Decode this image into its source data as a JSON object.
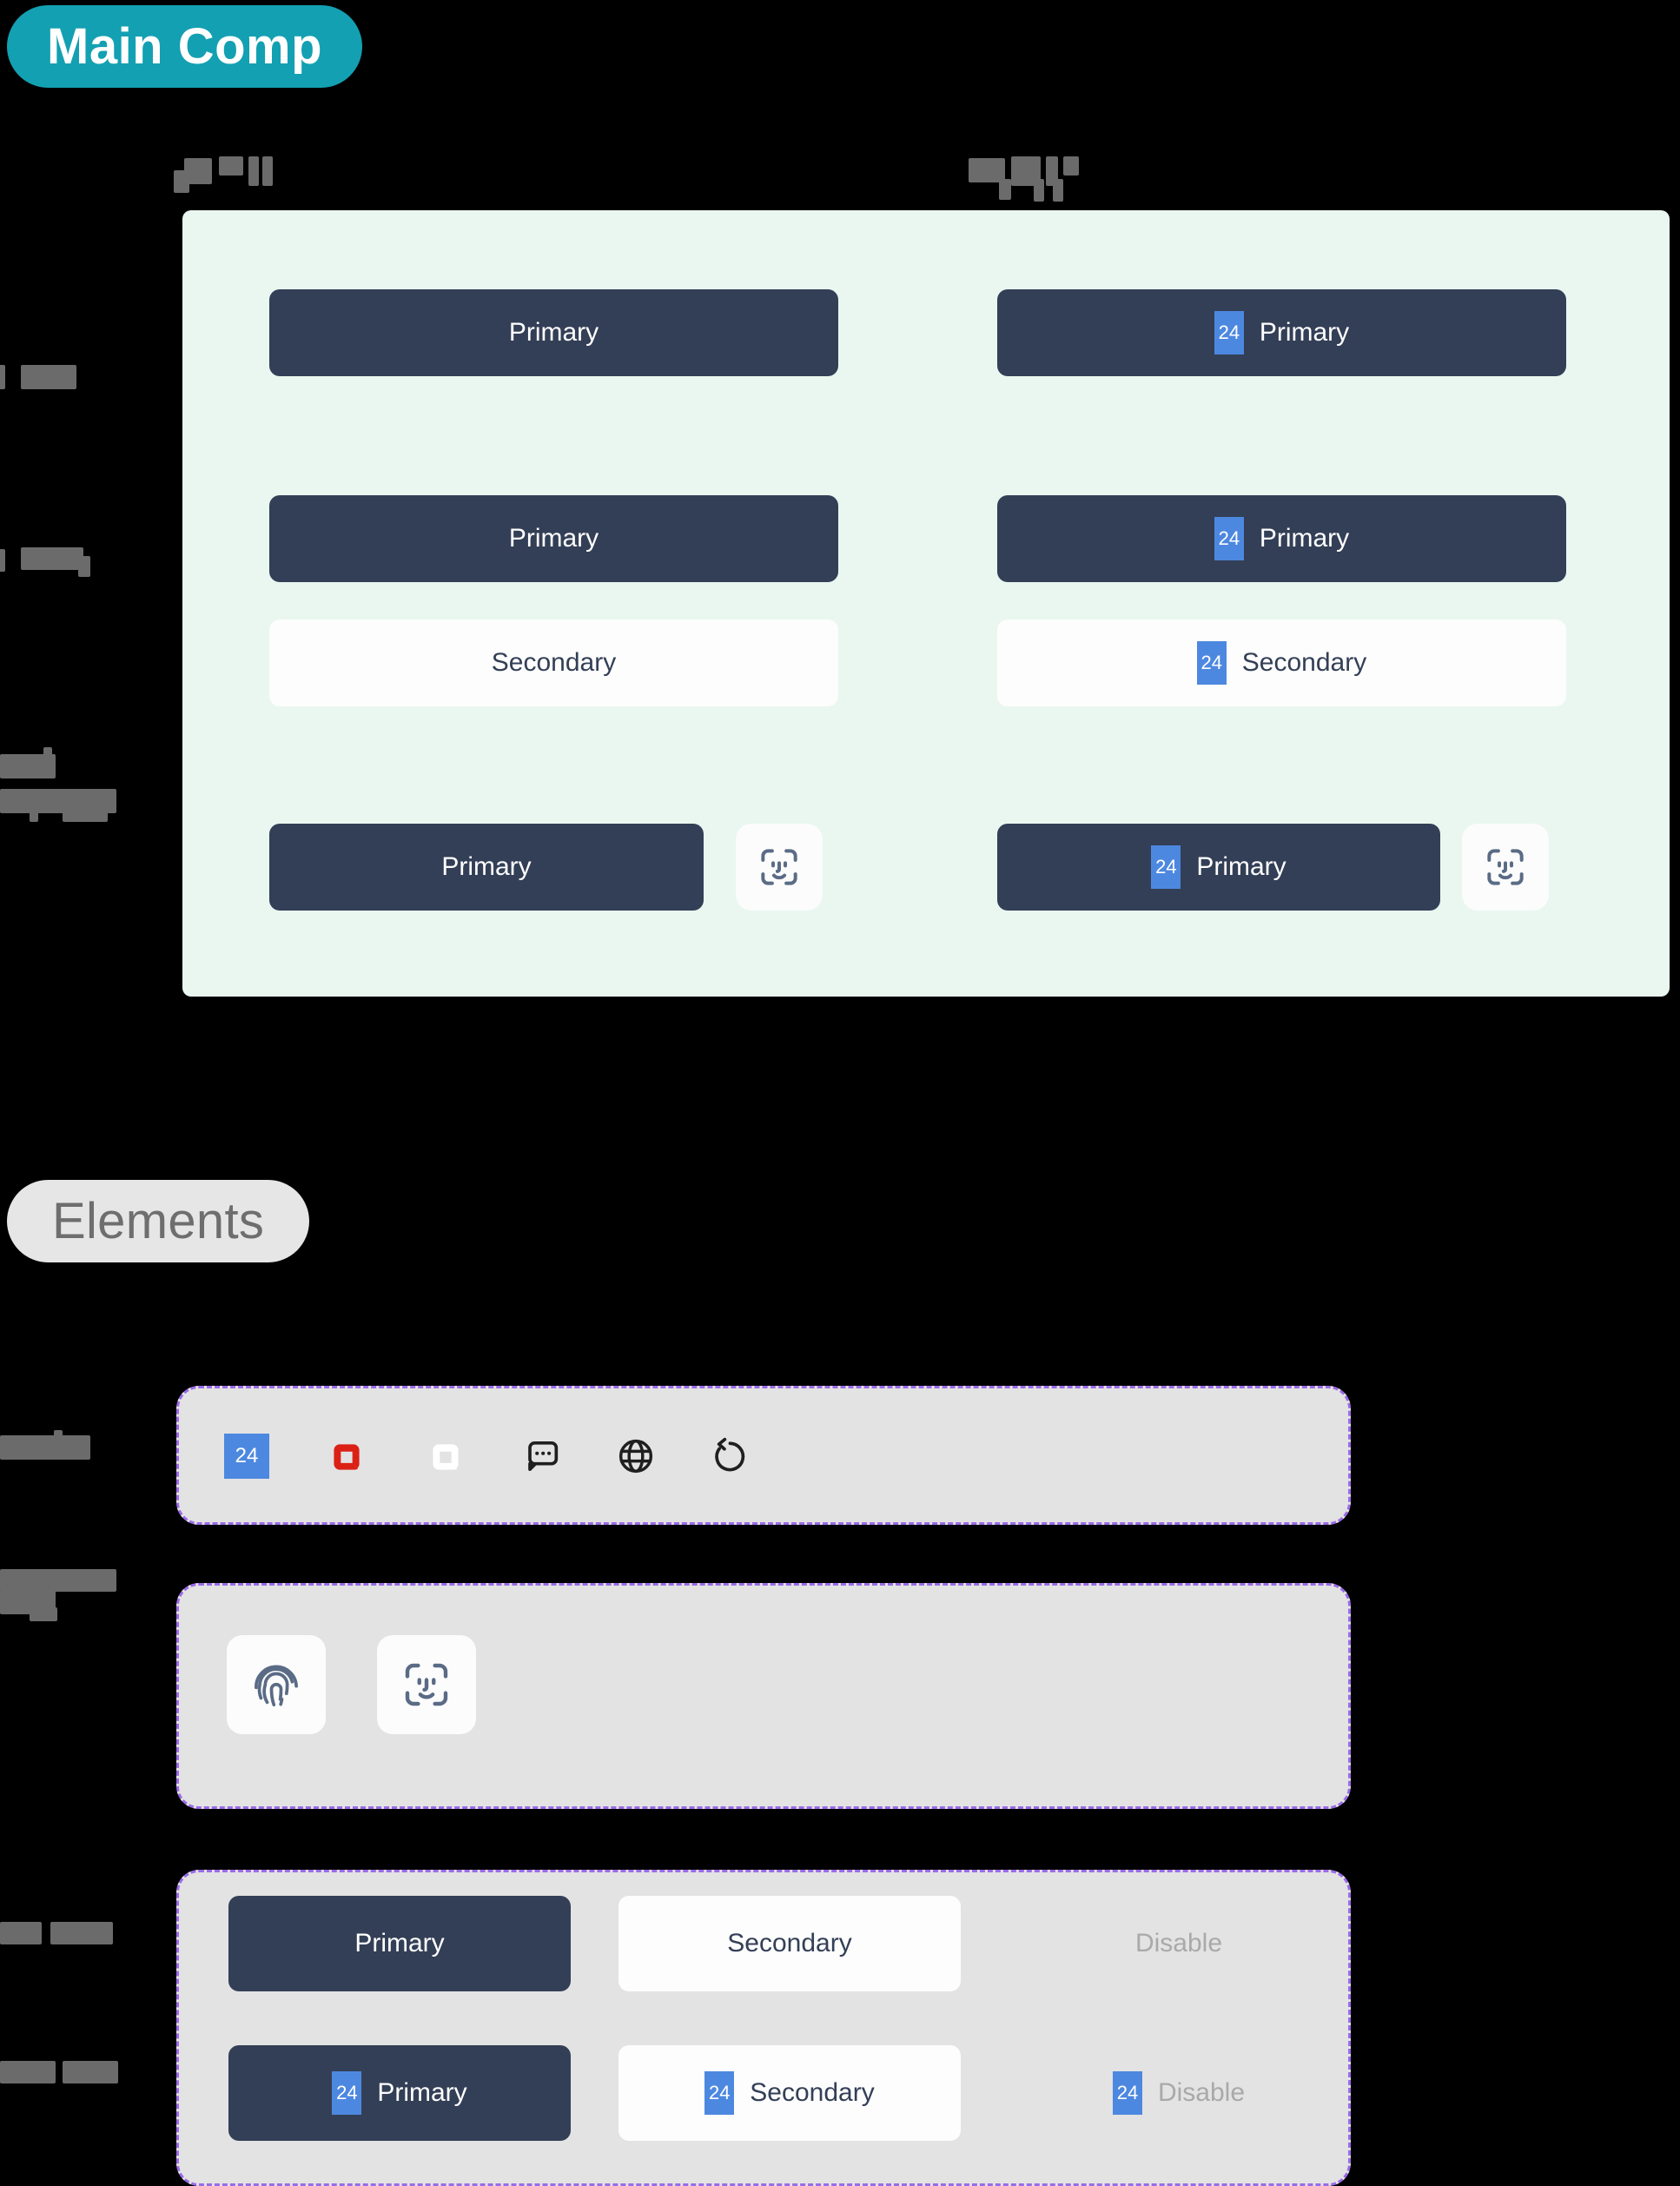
{
  "sections": {
    "main_comp": {
      "label": "Main Comp",
      "color": "#13A0B2",
      "text_color": "#FFFFFF"
    },
    "elements": {
      "label": "Elements",
      "color": "#E6E6E6",
      "text_color": "#6E6E6E"
    }
  },
  "palette": {
    "primary_bg": "#333F56",
    "secondary_bg": "#FDFDFD",
    "disable_text": "#A9A9A9",
    "panel_mint": "#E9F7F0",
    "group_gray": "#E3E3E3",
    "group_dash": "#9B6BE8",
    "icon_placeholder": "#4D88E0",
    "icon_stroke_slate": "#5A6B85",
    "logo_red": "#DB2116",
    "logo_white": "#FFFFFF"
  },
  "main_comp": {
    "column_headers": [
      {
        "label": "",
        "redacted": true
      },
      {
        "label": "",
        "redacted": true
      }
    ],
    "row_labels": [
      {
        "label": "",
        "redacted": true
      },
      {
        "label": "",
        "redacted": true
      },
      {
        "label": "",
        "redacted": true
      }
    ],
    "rows": [
      {
        "left": {
          "text": "Primary",
          "variant": "primary",
          "icon": null
        },
        "right": {
          "text": "Primary",
          "variant": "primary",
          "icon": "24"
        }
      },
      {
        "left": {
          "text": "Primary",
          "variant": "primary",
          "icon": null
        },
        "right": {
          "text": "Primary",
          "variant": "primary",
          "icon": "24"
        }
      },
      {
        "left": {
          "text": "Secondary",
          "variant": "secondary",
          "icon": null
        },
        "right": {
          "text": "Secondary",
          "variant": "secondary",
          "icon": "24"
        }
      },
      {
        "left": {
          "text": "Primary",
          "variant": "primary",
          "icon": null,
          "trailing_icon": "face-id"
        },
        "right": {
          "text": "Primary",
          "variant": "primary",
          "icon": "24",
          "trailing_icon": "face-id"
        }
      }
    ]
  },
  "elements": {
    "groups": [
      {
        "label": "",
        "redacted": true,
        "dashed": true,
        "icons": [
          {
            "name": "placeholder-24",
            "text": "24"
          },
          {
            "name": "logo-red"
          },
          {
            "name": "logo-white"
          },
          {
            "name": "chat-bubble"
          },
          {
            "name": "globe"
          },
          {
            "name": "refresh"
          }
        ]
      },
      {
        "label": "",
        "redacted": true,
        "dashed": true,
        "icons": [
          {
            "name": "touch-id"
          },
          {
            "name": "face-id"
          }
        ]
      },
      {
        "label": "",
        "redacted": true,
        "dashed": true,
        "buttons": [
          {
            "text": "Primary",
            "variant": "primary",
            "icon": null
          },
          {
            "text": "Secondary",
            "variant": "secondary",
            "icon": null
          },
          {
            "text": "Disable",
            "variant": "disable",
            "icon": null
          },
          {
            "text": "Primary",
            "variant": "primary",
            "icon": "24"
          },
          {
            "text": "Secondary",
            "variant": "secondary",
            "icon": "24"
          },
          {
            "text": "Disable",
            "variant": "disable",
            "icon": "24"
          }
        ]
      }
    ]
  }
}
